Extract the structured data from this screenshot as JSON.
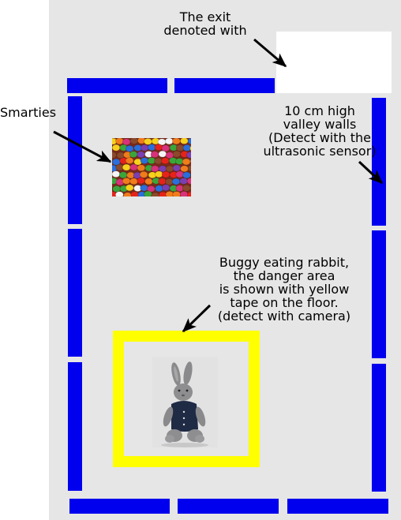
{
  "labels": {
    "exit": [
      "The exit",
      "denoted with"
    ],
    "smarties": "Smarties",
    "walls": [
      "10 cm high",
      "valley walls",
      "(Detect with the",
      "ultrasonic sensor)"
    ],
    "rabbit": [
      "Buggy eating rabbit,",
      "the danger area",
      "is shown with yellow",
      "tape on the floor.",
      "(detect with camera)"
    ]
  },
  "colors": {
    "wall": "#0000ee",
    "danger_tape": "#ffff00",
    "floor": "#e6e6e6",
    "exit": "#ffffff"
  },
  "icons": {
    "smarties": "smarties-photo",
    "rabbit": "toy-rabbit-photo",
    "arrows": "arrow-icon"
  }
}
